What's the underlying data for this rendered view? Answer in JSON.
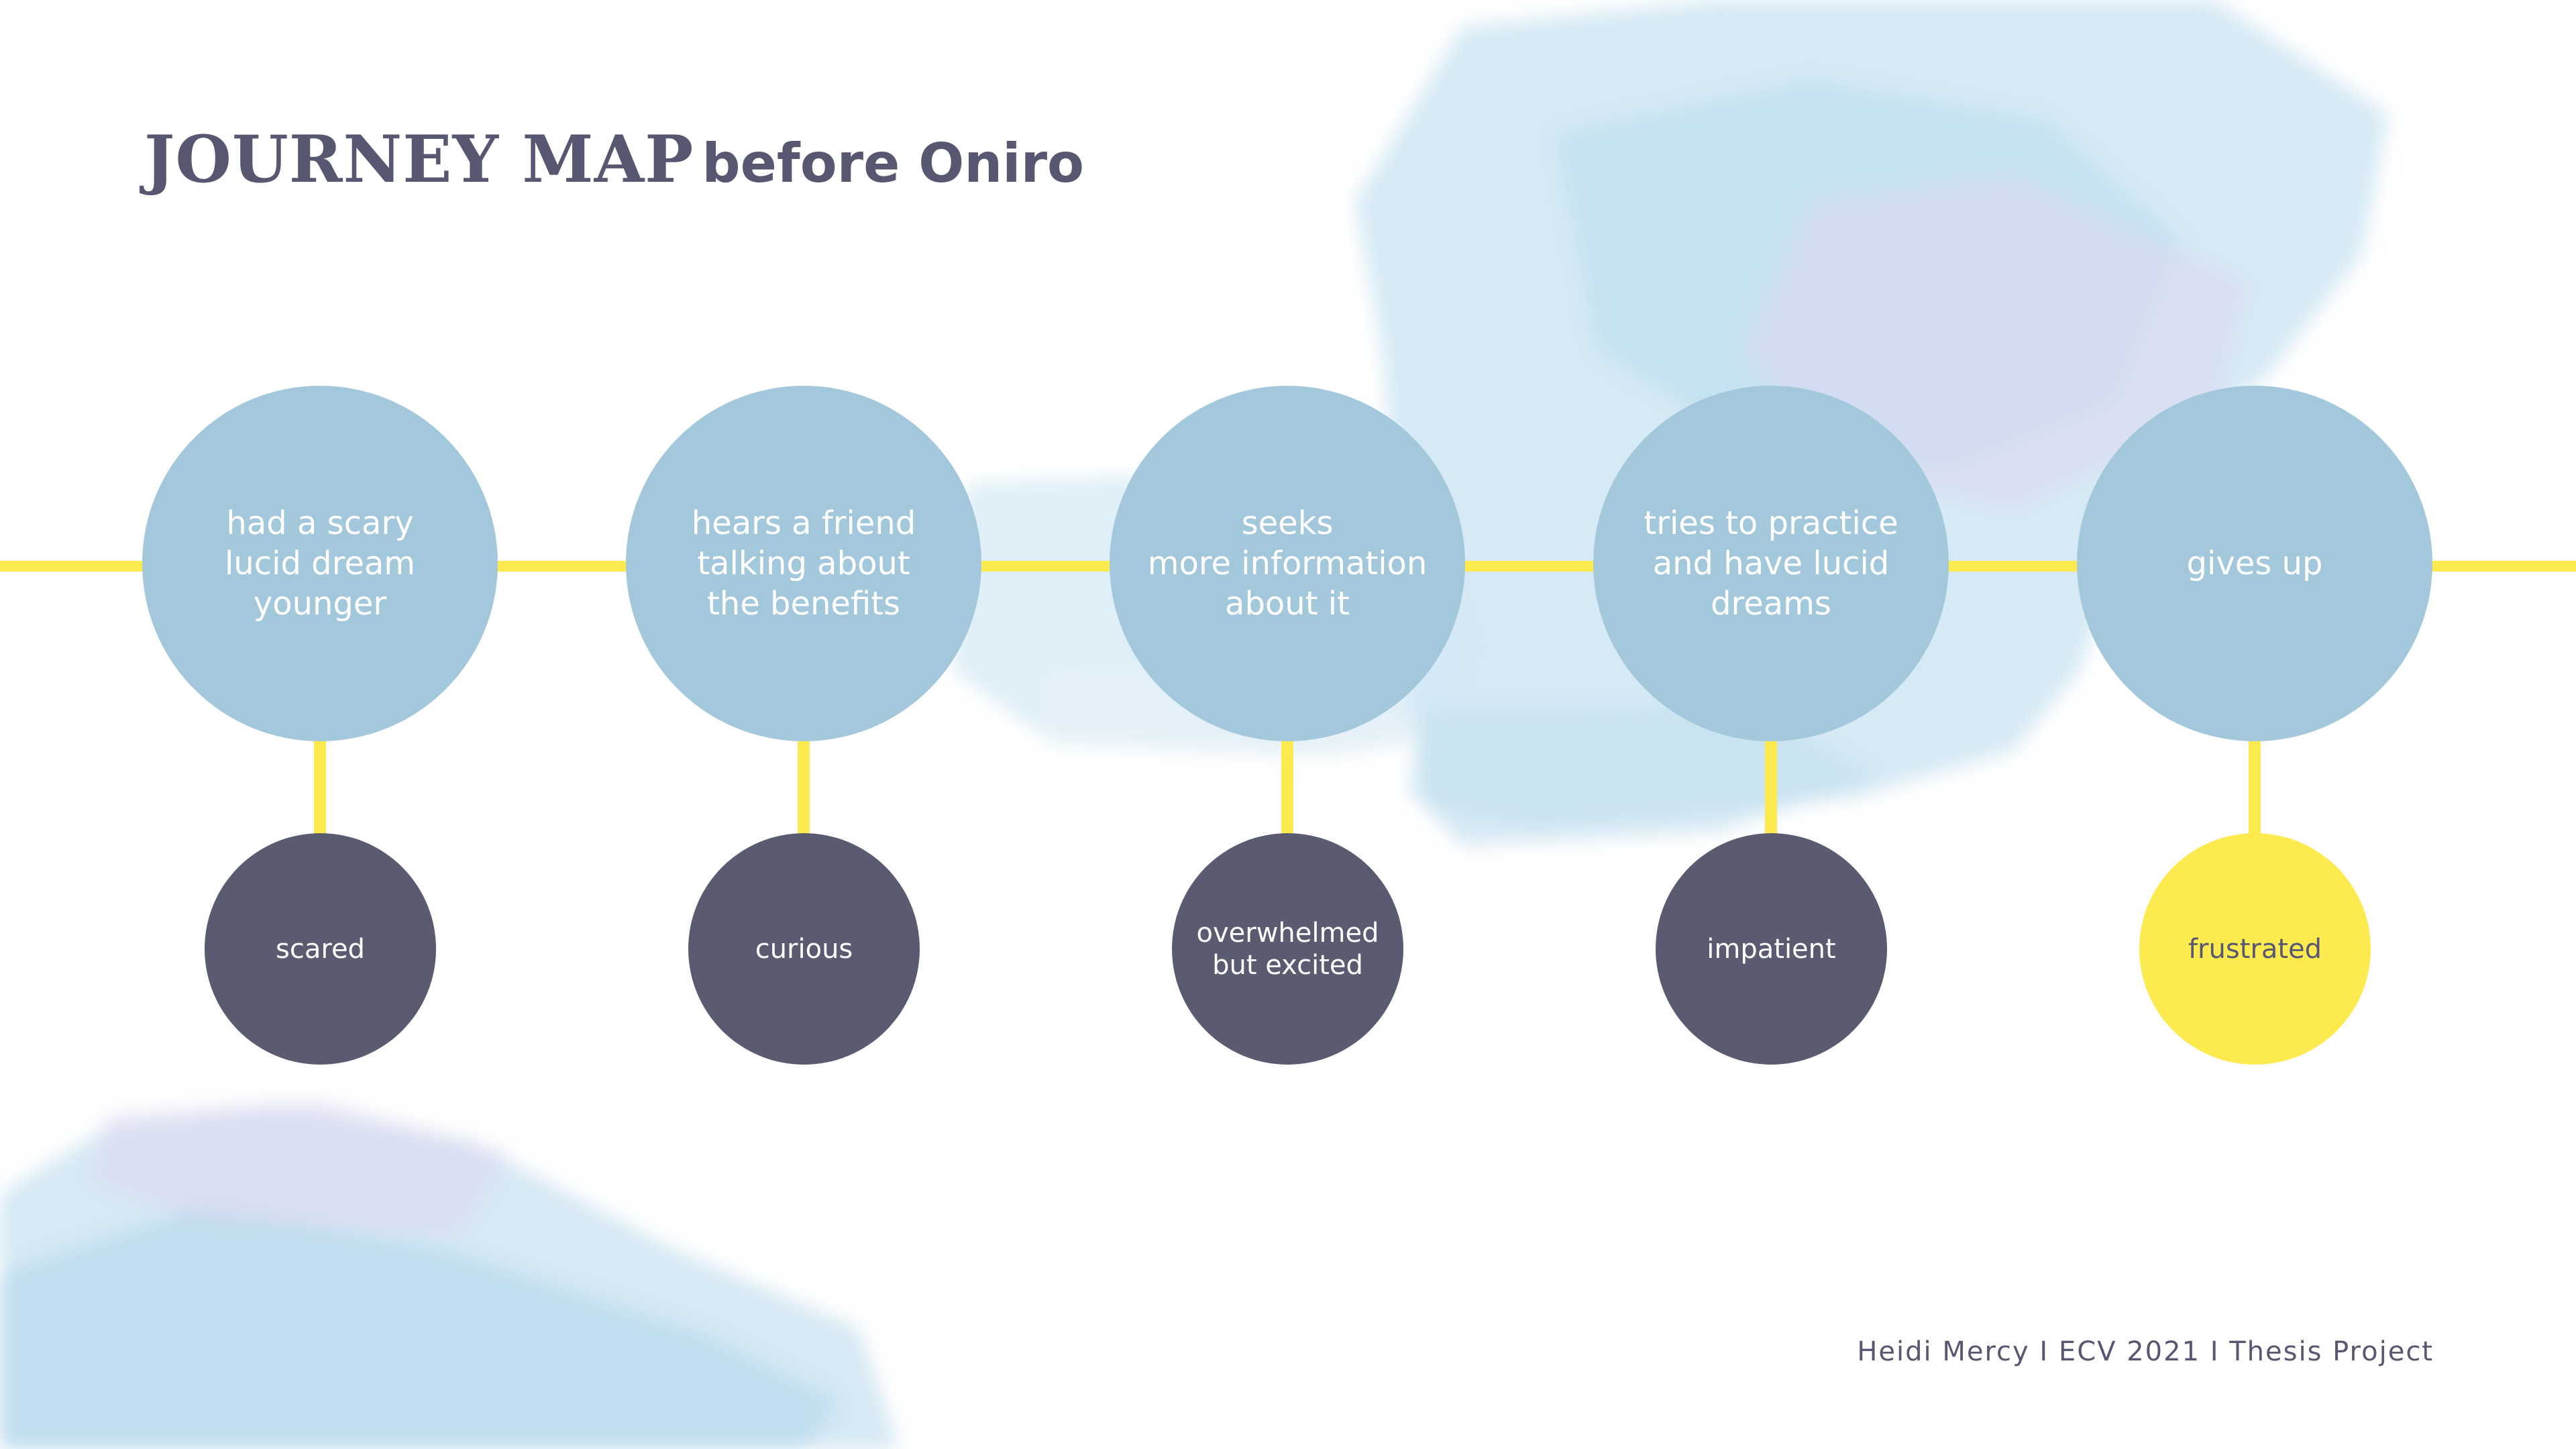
{
  "title": {
    "main": "JOURNEY MAP",
    "sub": "before Oniro"
  },
  "stages": [
    {
      "label": "had a scary\nlucid dream\nyounger",
      "emotion": "scared"
    },
    {
      "label": "hears a friend\ntalking about\nthe benefits",
      "emotion": "curious"
    },
    {
      "label": "seeks\nmore information\nabout it",
      "emotion": "overwhelmed\nbut excited"
    },
    {
      "label": "tries to practice\nand have lucid\ndreams",
      "emotion": "impatient"
    },
    {
      "label": "gives up",
      "emotion": "frustrated"
    }
  ],
  "footer": "Heidi Mercy I ECV 2021 I Thesis Project",
  "colors": {
    "stage_circle": "#a3c8db",
    "emotion_circle": "#5a5a70",
    "highlight": "#fdea4e",
    "title_text": "#575772"
  }
}
